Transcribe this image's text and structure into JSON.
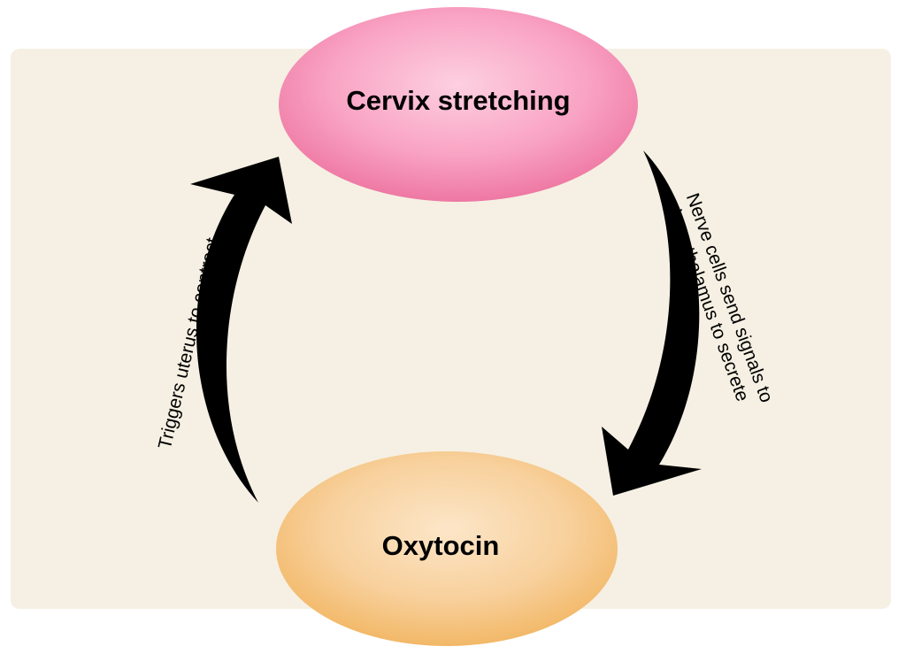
{
  "diagram": {
    "type": "cycle",
    "nodes": [
      {
        "id": "cervix",
        "label": "Cervix stretching"
      },
      {
        "id": "oxytocin",
        "label": "Oxytocin"
      }
    ],
    "edges": [
      {
        "from": "cervix",
        "to": "oxytocin",
        "lines": [
          "Nerve cells send signals to",
          "hypothalamus to secrete"
        ]
      },
      {
        "from": "oxytocin",
        "to": "cervix",
        "label": "Triggers uterus to contract"
      }
    ]
  },
  "colors": {
    "background_panel": "#F5F0E3",
    "cervix_fill_light": "#FBC3D6",
    "cervix_fill_dark": "#F07AA5",
    "oxytocin_fill_light": "#FBE3C3",
    "oxytocin_fill_dark": "#F4BC72",
    "arrow": "#000000"
  }
}
